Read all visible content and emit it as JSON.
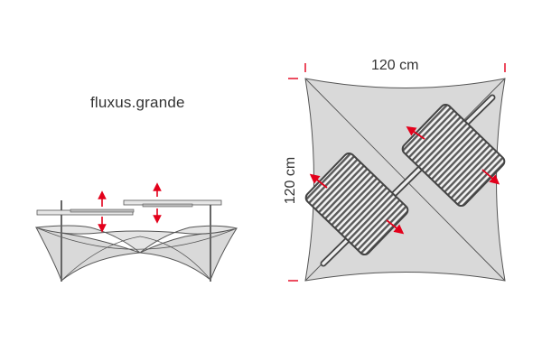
{
  "product": {
    "name": "fluxus.grande"
  },
  "dimensions": {
    "width_label": "120 cm",
    "height_label": "120 cm"
  },
  "colors": {
    "canvas_fill": "#d9d9d9",
    "stroke": "#555555",
    "arrow": "#e3001b",
    "grill": "#6e6e6e"
  }
}
